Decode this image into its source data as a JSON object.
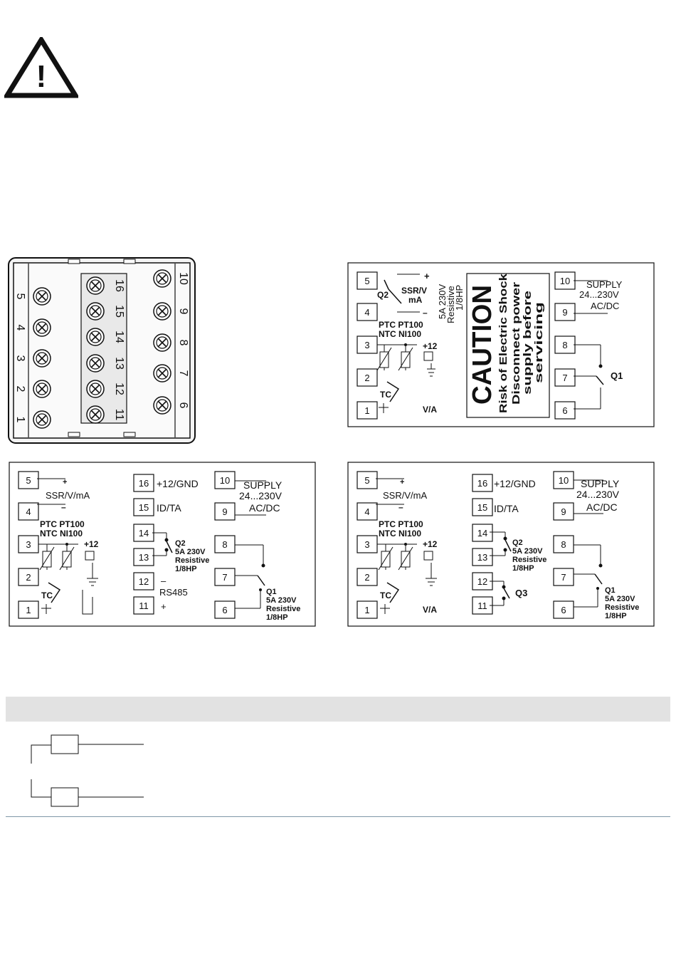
{
  "warning": {
    "icon": "warning-triangle-icon",
    "symbol": "!"
  },
  "terminal_block": {
    "left_row": [
      "5",
      "4",
      "3",
      "2",
      "1"
    ],
    "center_row": [
      "16",
      "15",
      "14",
      "13",
      "12",
      "11"
    ],
    "right_row": [
      "10",
      "9",
      "8",
      "7",
      "6"
    ]
  },
  "caution_label": {
    "terminals": [
      "5",
      "4",
      "3",
      "2",
      "1",
      "10",
      "9",
      "8",
      "7",
      "6"
    ],
    "plus": "+",
    "minus": "–",
    "q2": "Q2",
    "ssr_line1": "SSR/V",
    "ssr_line2": "mA",
    "rating": [
      "5A 230V",
      "Resistive",
      "1/8HP"
    ],
    "sensor_line1": "PTC PT100",
    "sensor_line2": "NTC NI100",
    "p12": "+12",
    "tc": "TC",
    "va": "V/A",
    "caution": "CAUTION",
    "warn": [
      "Risk of Electric Shock",
      "Disconnect power",
      "supply before",
      "servicing"
    ],
    "supply1": "SUPPLY",
    "supply2": "24...230V",
    "acdc": "AC/DC",
    "q1": "Q1"
  },
  "diagram_rs485": {
    "terminals": [
      "5",
      "4",
      "3",
      "2",
      "1",
      "16",
      "15",
      "14",
      "13",
      "12",
      "11",
      "10",
      "9",
      "8",
      "7",
      "6"
    ],
    "plus": "+",
    "minus": "–",
    "ssr": "SSR/V/mA",
    "sensor_line1": "PTC PT100",
    "sensor_line2": "NTC NI100",
    "p12": "+12",
    "tc": "TC",
    "gnd": "+12/GND",
    "idta": "ID/TA",
    "q2": "Q2",
    "q2_rating": [
      "5A 230V",
      "Resistive",
      "1/8HP"
    ],
    "rs_minus": "–",
    "rs485": "RS485",
    "rs_plus": "+",
    "supply1": "SUPPLY",
    "supply2": "24...230V",
    "acdc": "AC/DC",
    "q1": "Q1",
    "q1_rating": [
      "5A 230V",
      "Resistive",
      "1/8HP"
    ]
  },
  "diagram_q3": {
    "terminals": [
      "5",
      "4",
      "3",
      "2",
      "1",
      "16",
      "15",
      "14",
      "13",
      "12",
      "11",
      "10",
      "9",
      "8",
      "7",
      "6"
    ],
    "plus": "+",
    "minus": "–",
    "ssr": "SSR/V/mA",
    "sensor_line1": "PTC PT100",
    "sensor_line2": "NTC NI100",
    "p12": "+12",
    "tc": "TC",
    "va": "V/A",
    "gnd": "+12/GND",
    "idta": "ID/TA",
    "q2": "Q2",
    "q2_rating": [
      "5A 230V",
      "Resistive",
      "1/8HP"
    ],
    "q3": "Q3",
    "supply1": "SUPPLY",
    "supply2": "24...230V",
    "acdc": "AC/DC",
    "q1": "Q1",
    "q1_rating": [
      "5A 230V",
      "Resistive",
      "1/8HP"
    ]
  },
  "colors": {
    "line": "#111111",
    "panel": "#e9e9e9",
    "bar": "#e2e2e2",
    "rule": "#7f97a7"
  }
}
